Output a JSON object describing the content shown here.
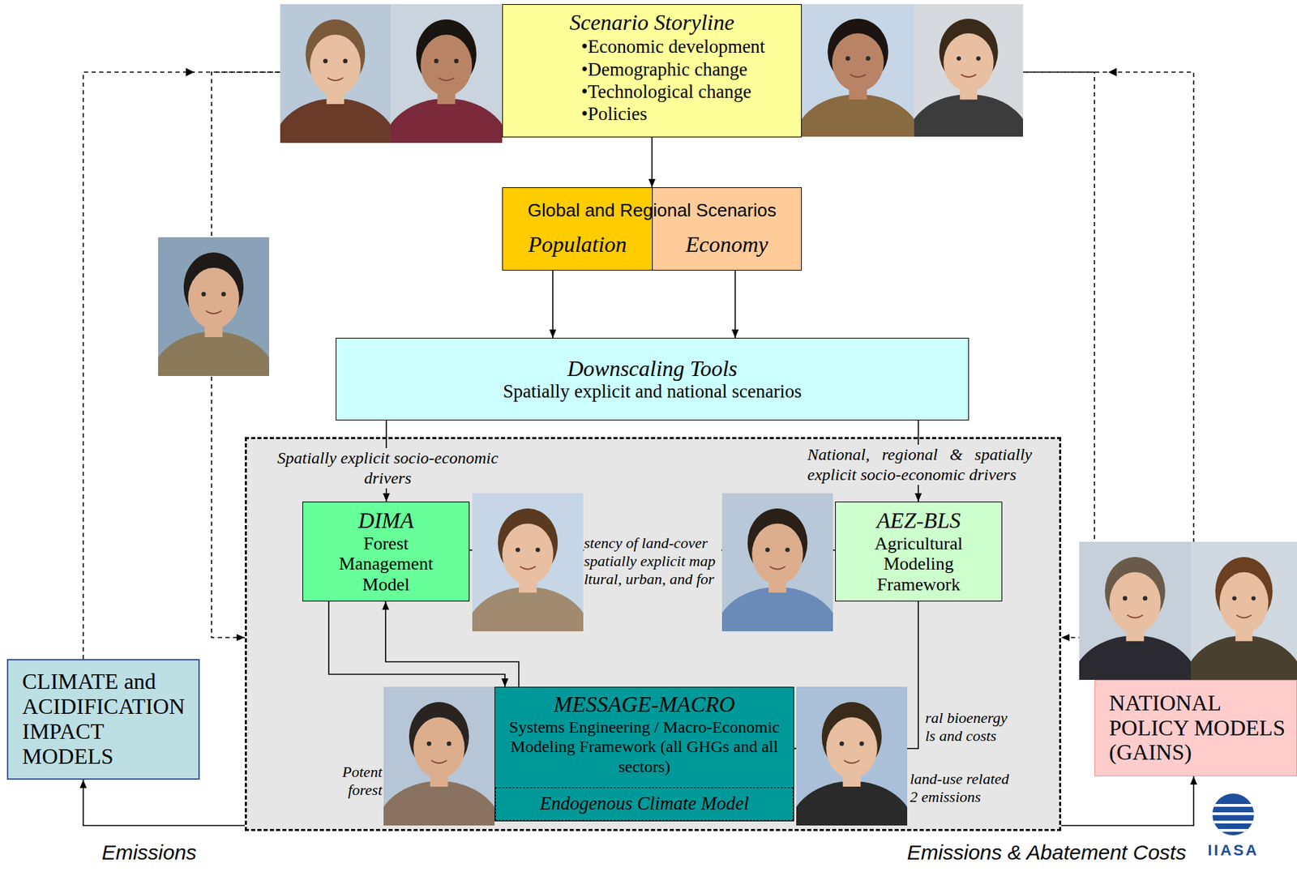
{
  "diagram": {
    "nodes": [
      {
        "text": [
          "Scenario Storyline",
          "•Economic development",
          "•Demographic change",
          "•Technological change",
          "•Policies"
        ]
      },
      {
        "text": [
          "Global and Regional Scenarios"
        ]
      },
      {
        "text": [
          "Population"
        ],
        "in": 1
      },
      {
        "text": [
          "Economy"
        ],
        "in": 1
      },
      {
        "text": [
          "Downscaling Tools",
          "Spatially explicit and national scenarios"
        ]
      },
      {
        "text": [
          "Spatially explicit socio-economic drivers",
          "National, regional & spatially explicit socio-economic drivers"
        ]
      },
      {
        "text": [
          "DIMA",
          "Forest Management Model"
        ],
        "in": 5
      },
      {
        "text": [
          "AEZ-BLS",
          "Agricultural Modeling Framework"
        ],
        "in": 5
      },
      {
        "text": [
          "MESSAGE-MACRO",
          "Systems Engineering / Macro-Economic Modeling Framework (all GHGs and all sectors)"
        ],
        "in": 5
      },
      {
        "text": [
          "Endogenous Climate Model"
        ],
        "in": 8
      },
      {
        "text": [
          "CLIMATE and ACIDIFICATION IMPACT MODELS"
        ]
      },
      {
        "text": [
          "NATIONAL POLICY MODELS (GAINS)"
        ]
      }
    ],
    "edges": [
      {
        "from": 0,
        "to": 1,
        "arrow": "to"
      },
      {
        "from": 2,
        "to": 4,
        "arrow": "to"
      },
      {
        "from": 3,
        "to": 4,
        "arrow": "to"
      },
      {
        "from": 4,
        "to": 6,
        "arrow": "to"
      },
      {
        "from": 4,
        "to": 7,
        "arrow": "to"
      },
      {
        "from": 6,
        "to": 7,
        "label": "stency of land-cover spatially explicit map ltural, urban, and for",
        "arrow": "none"
      },
      {
        "from": 6,
        "to": 8,
        "arrow": "to"
      },
      {
        "from": 8,
        "to": 6,
        "arrow": "to"
      },
      {
        "from": 7,
        "to": 8,
        "arrow": "to"
      },
      {
        "from": 5,
        "to": 10,
        "label": "Emissions",
        "arrow": "to"
      },
      {
        "from": 5,
        "to": 11,
        "label": "Emissions & Abatement Costs",
        "arrow": "to"
      },
      {
        "from": 10,
        "to": 0,
        "arrow": "to"
      },
      {
        "from": 0,
        "to": 5,
        "arrow": "to"
      },
      {
        "from": 11,
        "to": 0,
        "arrow": "to"
      },
      {
        "from": 0,
        "to": 5,
        "arrow": "to"
      }
    ],
    "labels": [
      "Potent forest",
      "ral bioenergy ls and costs",
      "land-use related 2 emissions",
      "IIASA"
    ]
  }
}
